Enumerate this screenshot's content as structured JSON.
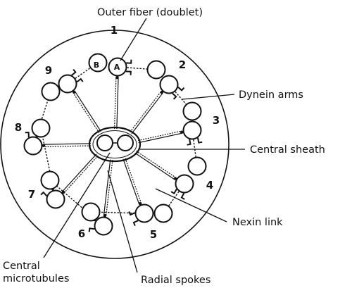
{
  "labels": {
    "outer_fiber": "Outer fiber (doublet)",
    "dynein_arms": "Dynein arms",
    "central_sheath": "Central sheath",
    "nexin_link": "Nexin link",
    "central_microtubules_line1": "Central",
    "central_microtubules_line2": "microtubules",
    "radial_spokes": "Radial spokes"
  },
  "doublets": [
    {
      "number": "1",
      "tubule_a": "A",
      "tubule_b": "B"
    },
    {
      "number": "2"
    },
    {
      "number": "3"
    },
    {
      "number": "4"
    },
    {
      "number": "5"
    },
    {
      "number": "6"
    },
    {
      "number": "7"
    },
    {
      "number": "8"
    },
    {
      "number": "9"
    }
  ],
  "colors": {
    "ink": "#111111",
    "background": "#ffffff"
  }
}
